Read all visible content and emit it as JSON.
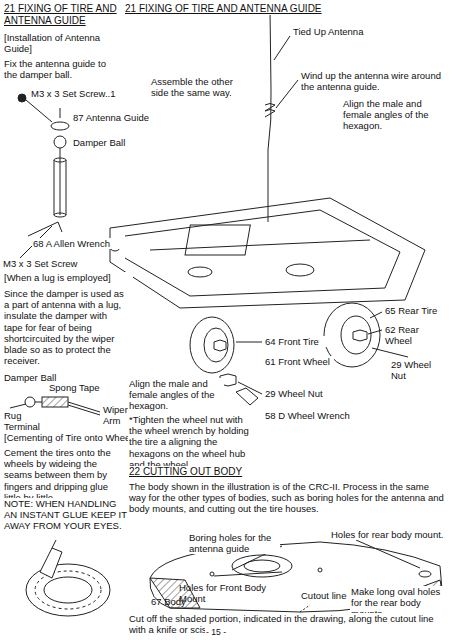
{
  "diagram": {
    "labels": [
      "21 FIXING OF TIRE AND ANTENNA GUIDE",
      "21 FIXING OF TIRE AND ANTENNA GUIDE",
      "[Installation of Antenna Guide]",
      "Fix the antenna guide to the damper ball.",
      "M3 x 3 Set Screw..1",
      "87 Antenna Guide",
      "Damper Ball",
      "68 A Allen Wrench",
      "M3 x 3 Set Screw",
      "[When a lug is employed]",
      "Since the damper is used as a part of antenna with a lug, insulate the damper with tape for fear of being shortcircuited by the wiper blade so as to protect the receiver.",
      "Damper Ball",
      "Spong Tape",
      "Rug Terminal",
      "Wiper Arm",
      "[Cementing of Tire onto Wheel]",
      "Cement the tires onto the wheels by wideing the seams between them by fingers and dripping glue little by little.",
      "NOTE: WHEN HANDLING AN INSTANT GLUE KEEP IT AWAY FROM YOUR EYES.",
      "Tied Up Antenna",
      "Wind up the antenna wire around the antenna guide.",
      "Assemble the other side the same way.",
      "Align the male and female angles of the hexagon.",
      "65 Rear Tire",
      "62 Rear Wheel",
      "29 Wheel Nut",
      "64 Front Tire",
      "61 Front Wheel",
      "29 Wheel Nut",
      "58 D Wheel Wrench",
      "Align the male and female angles of the hexagon.",
      "*Tighten the wheel nut with the wheel wrench by holding the tire a aligning the hexagons on the wheel hub and the wheel.",
      "22 CUTTING OUT BODY",
      "The body shown in the illustration is of the CRC-II. Process in the same way for the other types of bodies, such as boring holes for the antenna and body mounts, and cutting out the tire houses.",
      "Holes for rear body mount.",
      "Boring holes for the antenna guide",
      "Holes for Front Body Mount",
      "67 Body",
      "Make long oval holes for the rear body mounts.",
      "Cutout line",
      "Cut off the shaded portion, indicated in the drawing, along the cutout line with a knife or scissors.",
      "- 15 -"
    ]
  }
}
